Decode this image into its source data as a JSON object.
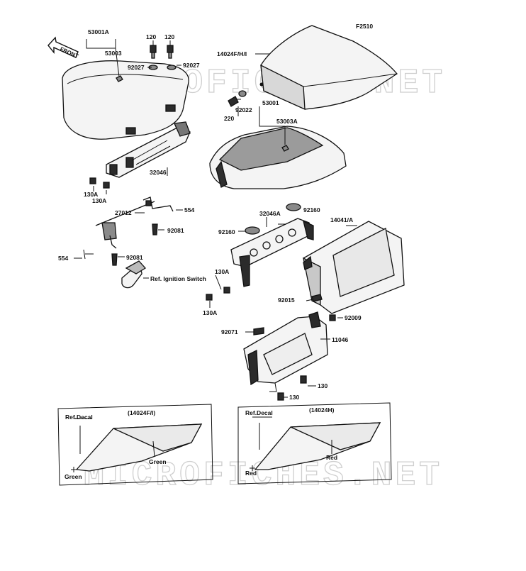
{
  "diagram": {
    "code": "F2510",
    "front_label": "FRONT",
    "watermark": "MICROFICHES.NET",
    "labels": [
      {
        "id": "l53001A",
        "text": "53001A"
      },
      {
        "id": "l53003",
        "text": "53003"
      },
      {
        "id": "l120a",
        "text": "120"
      },
      {
        "id": "l120b",
        "text": "120"
      },
      {
        "id": "l92027a",
        "text": "92027"
      },
      {
        "id": "l92027b",
        "text": "92027"
      },
      {
        "id": "l14024FHI",
        "text": "14024F/H/I"
      },
      {
        "id": "l92022",
        "text": "92022"
      },
      {
        "id": "l220",
        "text": "220"
      },
      {
        "id": "l53001",
        "text": "53001"
      },
      {
        "id": "l53003A",
        "text": "53003A"
      },
      {
        "id": "l32046",
        "text": "32046"
      },
      {
        "id": "l130Aa",
        "text": "130A"
      },
      {
        "id": "l130Ab",
        "text": "130A"
      },
      {
        "id": "l27012",
        "text": "27012"
      },
      {
        "id": "l554a",
        "text": "554"
      },
      {
        "id": "l92081a",
        "text": "92081"
      },
      {
        "id": "l554b",
        "text": "554"
      },
      {
        "id": "l92081b",
        "text": "92081"
      },
      {
        "id": "lIgn",
        "text": "Ref. Ignition Switch"
      },
      {
        "id": "l32046A",
        "text": "32046A"
      },
      {
        "id": "l92160a",
        "text": "92160"
      },
      {
        "id": "l92160b",
        "text": "92160"
      },
      {
        "id": "l14041A",
        "text": "14041/A"
      },
      {
        "id": "l130Ac",
        "text": "130A"
      },
      {
        "id": "l92015",
        "text": "92015"
      },
      {
        "id": "l130Ad",
        "text": "130A"
      },
      {
        "id": "l92009",
        "text": "92009"
      },
      {
        "id": "l92071",
        "text": "92071"
      },
      {
        "id": "l11046",
        "text": "11046"
      },
      {
        "id": "l130a",
        "text": "130"
      },
      {
        "id": "l130b",
        "text": "130"
      }
    ],
    "inset_left": {
      "ref": "Ref.Decal",
      "title": "(14024F/I)",
      "color_a": "Green",
      "color_b": "Green"
    },
    "inset_right": {
      "ref": "Ref.Decal",
      "title": "(14024H)",
      "color_a": "Red",
      "color_b": "Red"
    }
  }
}
